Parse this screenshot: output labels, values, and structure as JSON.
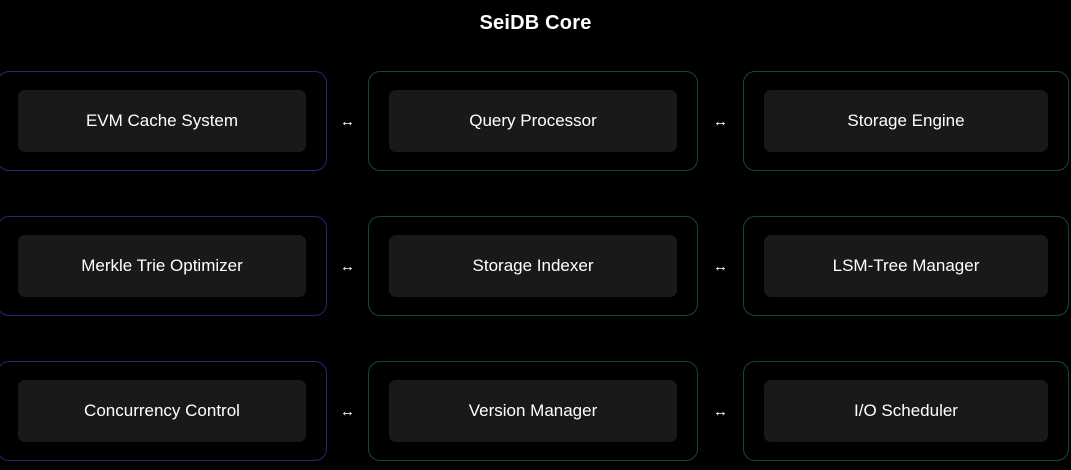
{
  "page": {
    "title": "SeiDB Core"
  },
  "diagram": {
    "arrow": "↔",
    "rows": [
      {
        "cells": [
          {
            "label": "EVM Cache System"
          },
          {
            "label": "Query Processor"
          },
          {
            "label": "Storage Engine"
          }
        ]
      },
      {
        "cells": [
          {
            "label": "Merkle Trie Optimizer"
          },
          {
            "label": "Storage Indexer"
          },
          {
            "label": "LSM-Tree Manager"
          }
        ]
      },
      {
        "cells": [
          {
            "label": "Concurrency Control"
          },
          {
            "label": "Version Manager"
          },
          {
            "label": "I/O Scheduler"
          }
        ]
      }
    ]
  },
  "colors": {
    "background": "#000000",
    "card_background": "#000000",
    "inner_box_background": "#191919",
    "border_blue": "#1e2a78",
    "border_teal": "#124740",
    "text": "#ffffff",
    "title_text": "#ffffff"
  }
}
